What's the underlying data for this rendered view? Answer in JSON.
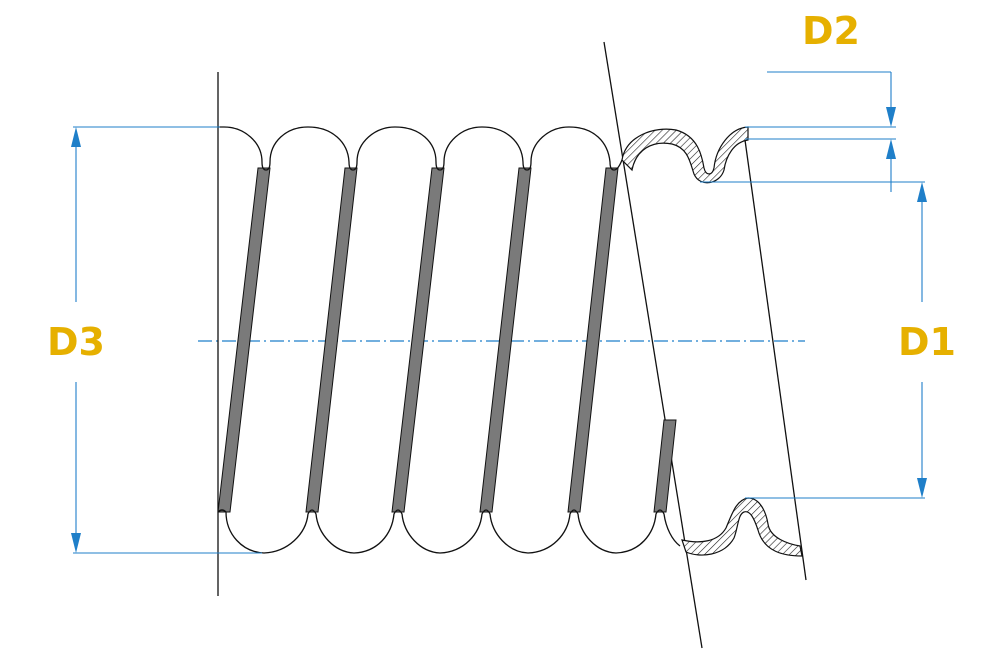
{
  "labels": {
    "d1": "D1",
    "d2": "D2",
    "d3": "D3"
  },
  "colors": {
    "label": "#E6B000",
    "dimension": "#1F7FC9",
    "outline": "#111111",
    "coil": "#7A7A7A",
    "background": "#FFFFFF"
  }
}
